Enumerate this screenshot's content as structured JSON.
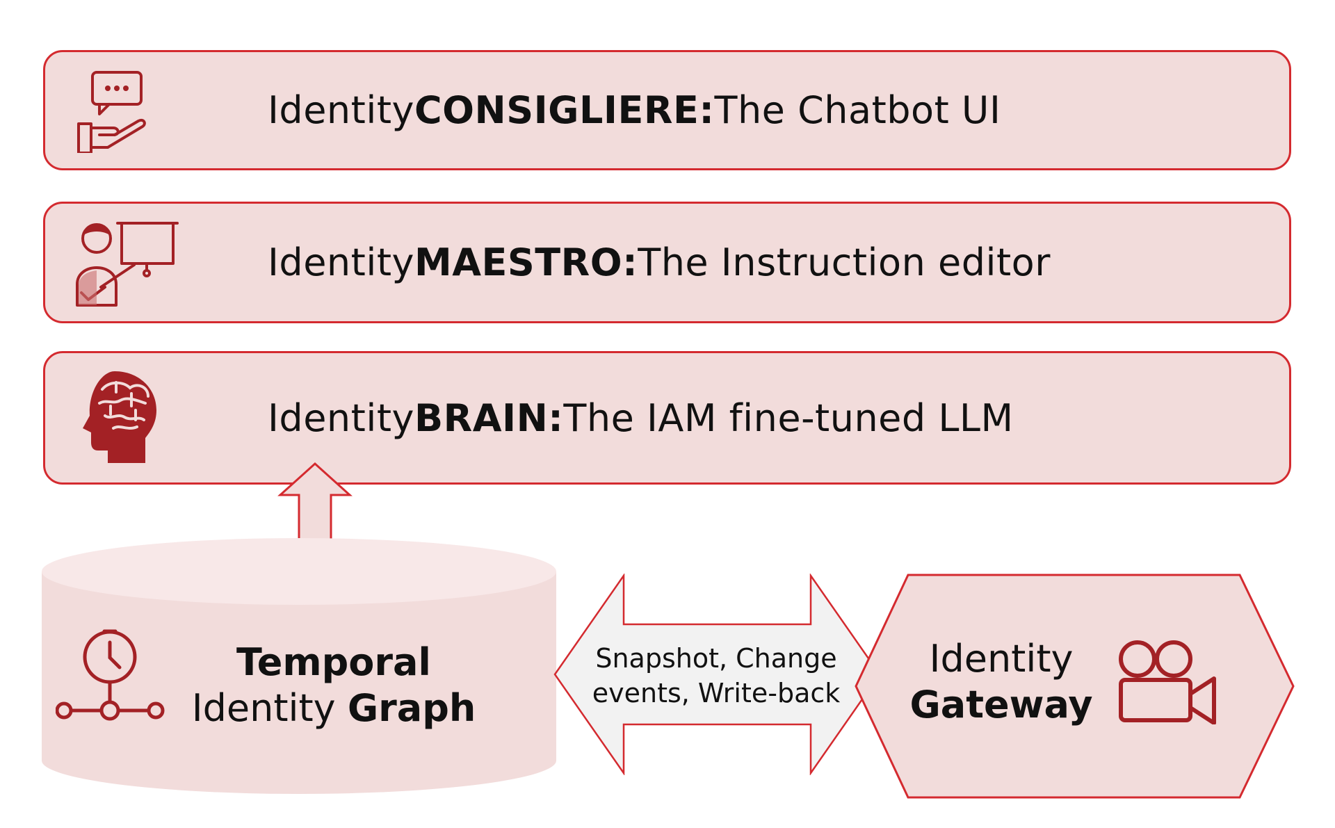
{
  "layers": [
    {
      "prefix": "Identity ",
      "name": "CONSIGLIERE:",
      "desc": " The Chatbot UI",
      "icon": "chat-hand-icon"
    },
    {
      "prefix": "Identity ",
      "name": "MAESTRO:",
      "desc": " The Instruction editor",
      "icon": "presenter-icon"
    },
    {
      "prefix": "Identity ",
      "name": "BRAIN:",
      "desc": " The IAM fine-tuned LLM",
      "icon": "brain-head-icon"
    }
  ],
  "graph": {
    "line1_bold": "Temporal",
    "line2_regular": "Identity ",
    "line2_bold": "Graph",
    "icon": "clock-timeline-icon"
  },
  "gateway": {
    "line1": "Identity",
    "line2": "Gateway",
    "icon": "video-camera-icon"
  },
  "flow": {
    "line1": "Snapshot, Change",
    "line2": "events, Write-back"
  },
  "colors": {
    "accent": "#c0272d",
    "fill": "#f2dcdb",
    "icon": "#a32125",
    "arrow_fill": "#f2f2f2"
  }
}
